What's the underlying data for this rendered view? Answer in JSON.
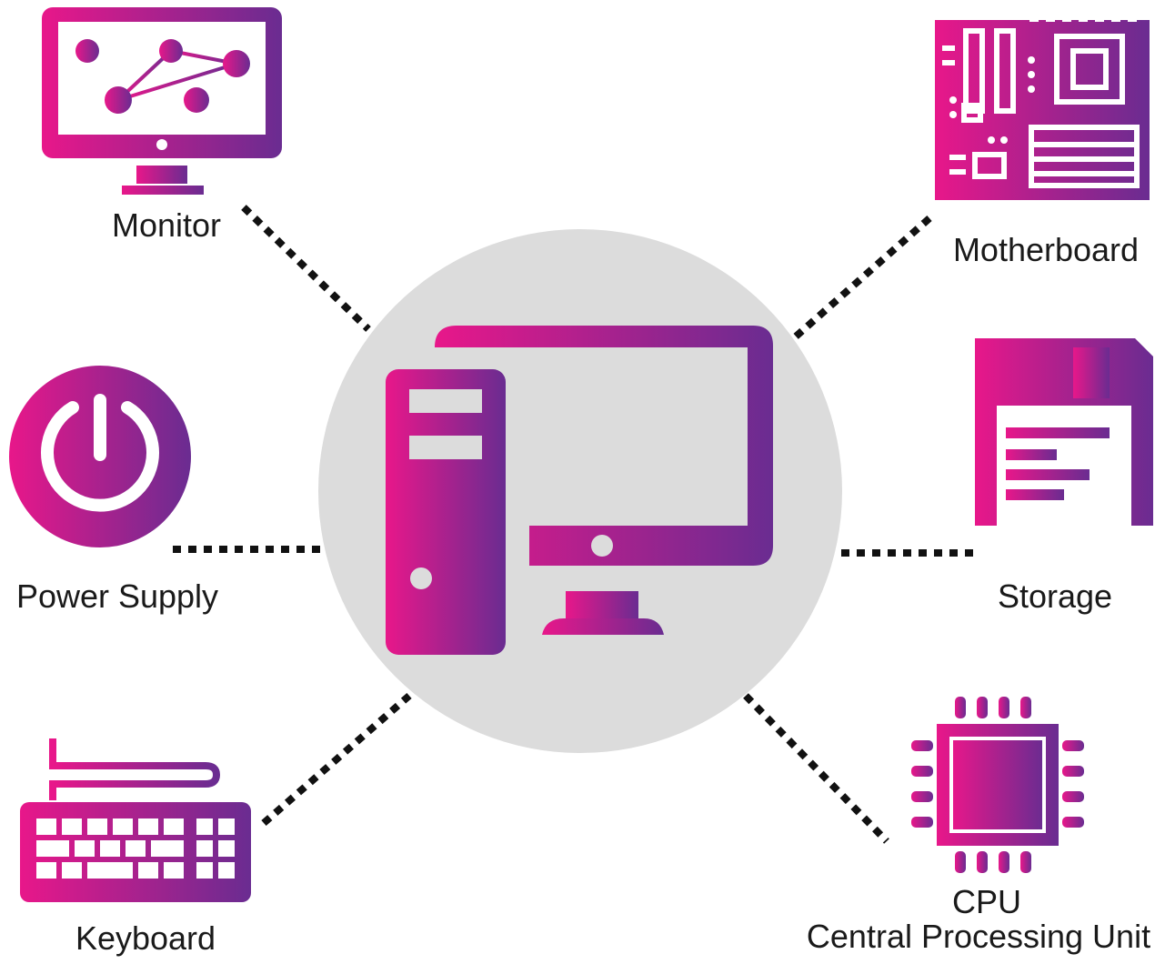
{
  "diagram": {
    "center": {
      "icon": "desktop-computer-icon"
    },
    "colors": {
      "gradient_start": "#e8178a",
      "gradient_end": "#6a2c91",
      "hub_circle": "#dcdcdc",
      "connector": "#111111",
      "text": "#1a1a1a"
    },
    "components": [
      {
        "id": "monitor",
        "label": "Monitor",
        "icon": "monitor-icon"
      },
      {
        "id": "motherboard",
        "label": "Motherboard",
        "icon": "motherboard-icon"
      },
      {
        "id": "power-supply",
        "label": "Power Supply",
        "icon": "power-icon"
      },
      {
        "id": "storage",
        "label": "Storage",
        "icon": "floppy-disk-icon"
      },
      {
        "id": "keyboard",
        "label": "Keyboard",
        "icon": "keyboard-icon"
      },
      {
        "id": "cpu",
        "label": "CPU",
        "sublabel": "Central Processing Unit",
        "icon": "cpu-chip-icon"
      }
    ]
  }
}
